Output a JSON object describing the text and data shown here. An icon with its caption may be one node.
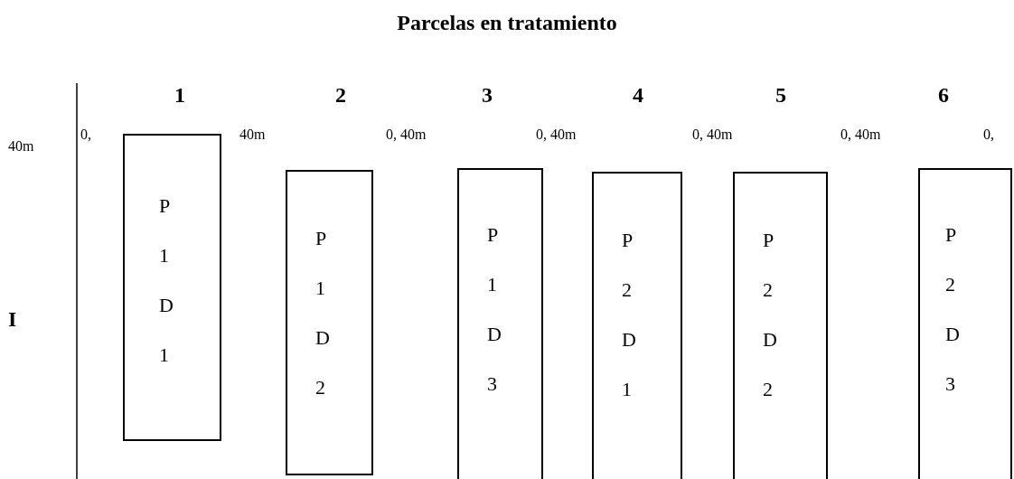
{
  "diagram": {
    "title": "Parcelas en tratamiento",
    "nodes": [
      {
        "text": [
          "P 1 D 1"
        ]
      },
      {
        "text": [
          "P 1 D 2"
        ]
      },
      {
        "text": [
          "P 1 D 3"
        ]
      },
      {
        "text": [
          "P 2 D 1"
        ]
      },
      {
        "text": [
          "P 2 D 2"
        ]
      },
      {
        "text": [
          "P 2 D 3"
        ]
      }
    ],
    "labels": [
      "1",
      "2",
      "3",
      "4",
      "5",
      "6",
      "0,",
      "40m",
      "0, 40m",
      "0, 40m",
      "0, 40m",
      "0, 40m",
      "0,",
      "40m",
      "I"
    ]
  }
}
